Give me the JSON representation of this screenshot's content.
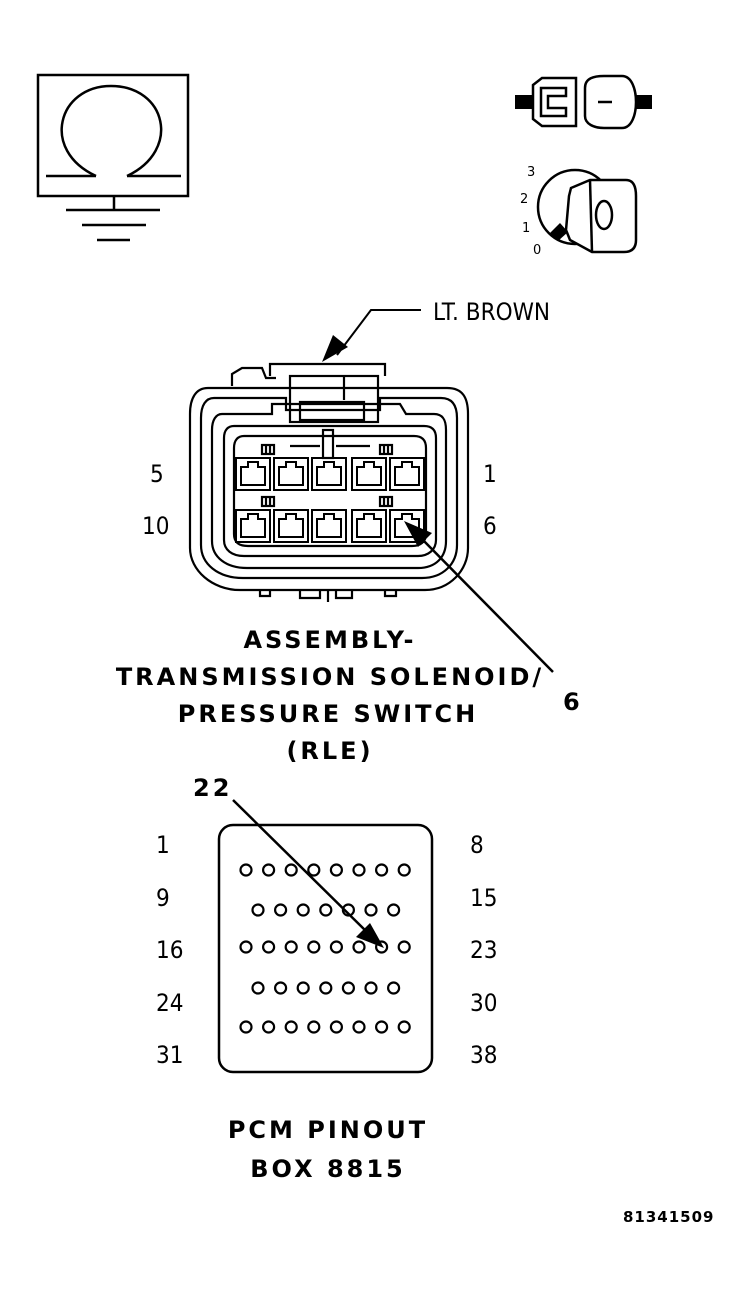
{
  "ohmmeter": {
    "symbol": "Ω"
  },
  "ignition": {
    "positions": [
      "3",
      "2",
      "1",
      "0"
    ],
    "key_digit": "0"
  },
  "wire_label": "LT. BROWN",
  "connector": {
    "pin_5": "5",
    "pin_1": "1",
    "pin_10": "10",
    "pin_6": "6",
    "callout": "6",
    "title_lines": [
      "ASSEMBLY-",
      "TRANSMISSION SOLENOID/",
      "PRESSURE SWITCH",
      "(RLE)"
    ]
  },
  "pcm": {
    "callout": "22",
    "left_labels": [
      "1",
      "9",
      "16",
      "24",
      "31"
    ],
    "right_labels": [
      "8",
      "15",
      "23",
      "30",
      "38"
    ],
    "title_lines": [
      "PCM PINOUT",
      "BOX 8815"
    ]
  },
  "figure_id": "81341509"
}
